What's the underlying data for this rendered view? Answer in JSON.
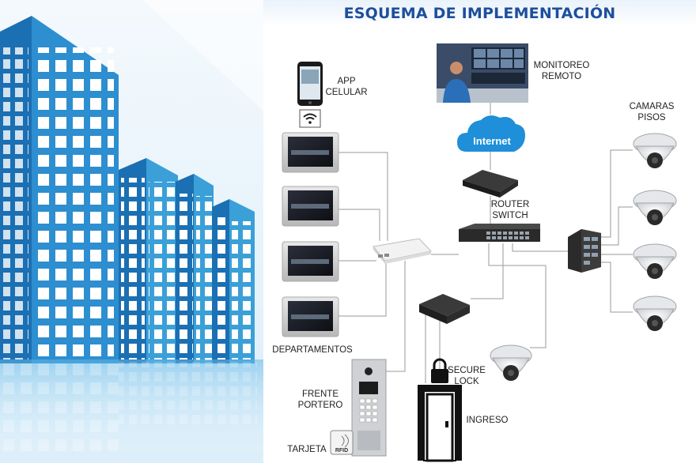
{
  "title": "ESQUEMA DE IMPLEMENTACIÓN",
  "labels": {
    "app_line1": "APP",
    "app_line2": "CELULAR",
    "monitoreo_line1": "MONITOREO",
    "monitoreo_line2": "REMOTO",
    "internet": "Internet",
    "router_line1": "ROUTER",
    "router_line2": "SWITCH",
    "camaras_line1": "CAMARAS",
    "camaras_line2": "PISOS",
    "departamentos": "DEPARTAMENTOS",
    "frente_line1": "FRENTE",
    "frente_line2": "PORTERO",
    "tarjeta": "TARJETA",
    "rfid": "RFID",
    "secure_line1": "SECURE",
    "secure_line2": "LOCK",
    "ingreso": "INGRESO"
  },
  "colors": {
    "title": "#1d4f9c",
    "building_dark": "#1b6fb3",
    "building_light": "#3b9fd8",
    "cloud": "#1e8fd8",
    "lines": "#9a9a9a"
  }
}
